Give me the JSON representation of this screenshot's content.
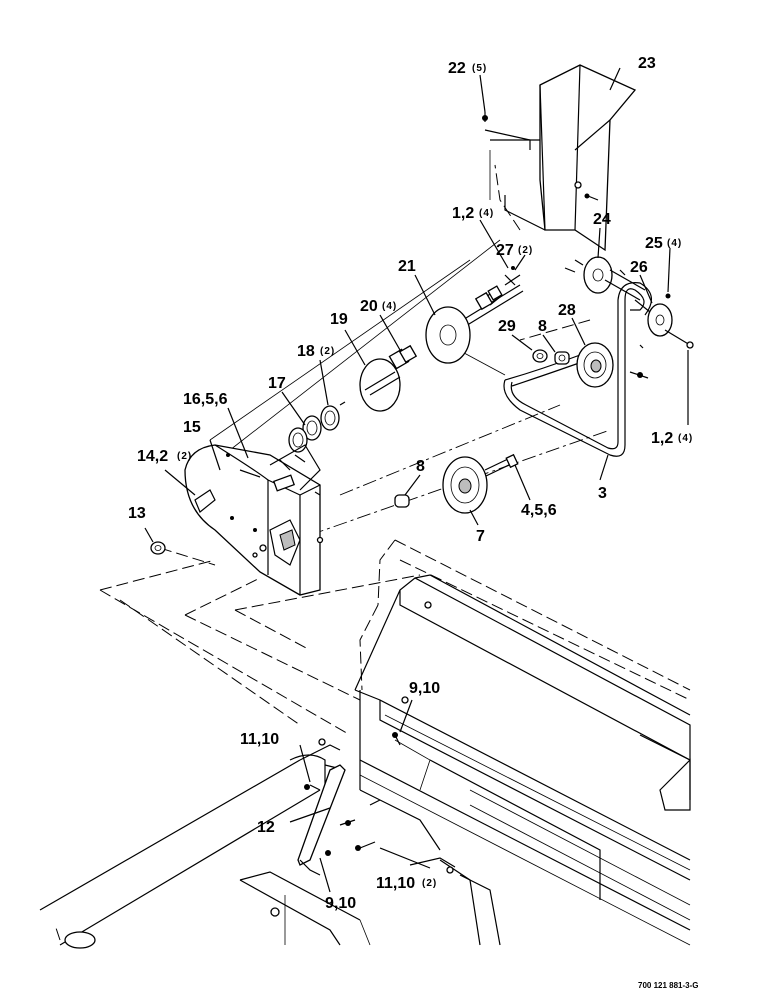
{
  "drawing_code": "700 121 881-3-G",
  "callouts": [
    {
      "id": "c22",
      "text": "22",
      "qty": "(5)"
    },
    {
      "id": "c23",
      "text": "23",
      "qty": ""
    },
    {
      "id": "c1a",
      "text": "1,2",
      "qty": "(4)"
    },
    {
      "id": "c27",
      "text": "27",
      "qty": "(2)"
    },
    {
      "id": "c24",
      "text": "24",
      "qty": ""
    },
    {
      "id": "c25",
      "text": "25",
      "qty": "(4)"
    },
    {
      "id": "c26",
      "text": "26",
      "qty": ""
    },
    {
      "id": "c21",
      "text": "21",
      "qty": ""
    },
    {
      "id": "c20",
      "text": "20",
      "qty": "(4)"
    },
    {
      "id": "c28",
      "text": "28",
      "qty": ""
    },
    {
      "id": "c19",
      "text": "19",
      "qty": ""
    },
    {
      "id": "c29",
      "text": "29",
      "qty": ""
    },
    {
      "id": "c8a",
      "text": "8",
      "qty": ""
    },
    {
      "id": "c18",
      "text": "18",
      "qty": "(2)"
    },
    {
      "id": "c17",
      "text": "17",
      "qty": ""
    },
    {
      "id": "c16",
      "text": "16,5,6",
      "qty": ""
    },
    {
      "id": "c1b",
      "text": "1,2",
      "qty": "(4)"
    },
    {
      "id": "c15",
      "text": "15",
      "qty": ""
    },
    {
      "id": "c14",
      "text": "14,2",
      "qty": "(2)"
    },
    {
      "id": "c8b",
      "text": "8",
      "qty": ""
    },
    {
      "id": "c3",
      "text": "3",
      "qty": ""
    },
    {
      "id": "c13",
      "text": "13",
      "qty": ""
    },
    {
      "id": "c456",
      "text": "4,5,6",
      "qty": ""
    },
    {
      "id": "c7",
      "text": "7",
      "qty": ""
    },
    {
      "id": "c910a",
      "text": "9,10",
      "qty": ""
    },
    {
      "id": "c1110a",
      "text": "11,10",
      "qty": ""
    },
    {
      "id": "c12",
      "text": "12",
      "qty": ""
    },
    {
      "id": "c1110b",
      "text": "11,10",
      "qty": "(2)"
    },
    {
      "id": "c910b",
      "text": "9,10",
      "qty": ""
    }
  ]
}
